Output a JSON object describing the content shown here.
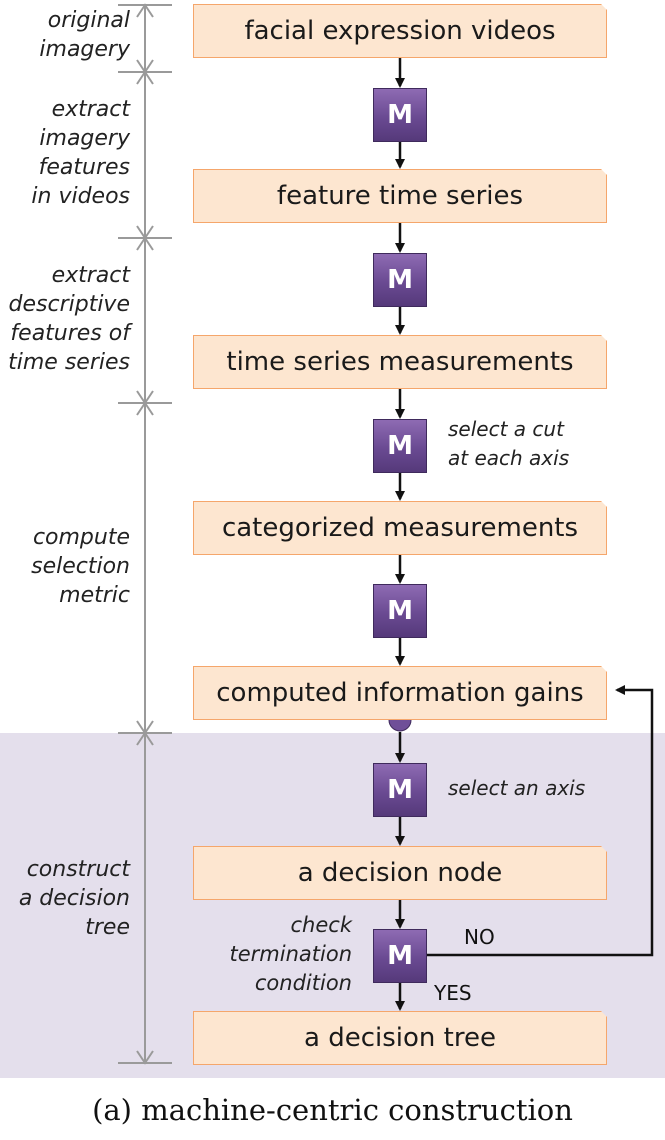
{
  "boxes": [
    "facial expression videos",
    "feature time series",
    "time series measurements",
    "categorized measurements",
    "computed information gains",
    "a decision node",
    "a decision tree"
  ],
  "machine_label": "M",
  "stages": {
    "original_imagery": "original\nimagery",
    "extract_imagery_features": "extract\nimagery\nfeatures\nin videos",
    "extract_descriptive_features": "extract\ndescriptive\nfeatures of\ntime series",
    "compute_selection_metric": "compute\nselection\nmetric",
    "construct_decision_tree": "construct\na decision\ntree"
  },
  "notes": {
    "select_cut": "select a cut\nat each axis",
    "select_axis": "select an axis",
    "check_termination": "check\ntermination\ncondition"
  },
  "branch": {
    "no": "NO",
    "yes": "YES"
  },
  "caption": "(a) machine-centric construction",
  "colors": {
    "box_fill": "#fde6d0",
    "box_border": "#f5a66b",
    "machine_fill": "#6a4a92",
    "band_fill": "#e4dfec",
    "ruler": "#9a9a9a"
  }
}
